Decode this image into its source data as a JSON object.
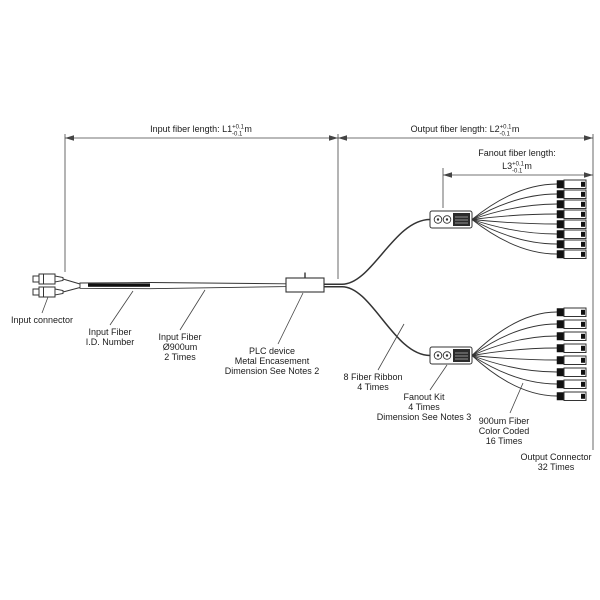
{
  "diagram_title": "Fiber optic PLC splitter cable assembly drawing",
  "colors": {
    "line": "#333333",
    "dark_fill": "#111111",
    "background": "#ffffff",
    "text": "#1c1c1c"
  },
  "dimensions": {
    "l1": {
      "label": "Input fiber length: L1",
      "tol_plus": "+0.1",
      "tol_minus": "-0.1",
      "unit": "m"
    },
    "l2": {
      "label": "Output fiber length: L2",
      "tol_plus": "+0.1",
      "tol_minus": "-0.1",
      "unit": "m"
    },
    "l3": {
      "title": "Fanout fiber length:",
      "label": "L3",
      "tol_plus": "+0.1",
      "tol_minus": "-0.1",
      "unit": "m"
    }
  },
  "labels": {
    "input_connector": [
      "Input connector"
    ],
    "input_fiber_id": [
      "Input Fiber",
      "I.D. Number"
    ],
    "input_fiber": [
      "Input Fiber",
      "Ø900um",
      "2 Times"
    ],
    "plc_device": [
      "PLC device",
      "Metal Encasement",
      "Dimension See Notes 2"
    ],
    "fiber_ribbon": [
      "8 Fiber Ribbon",
      "4 Times"
    ],
    "fanout_kit": [
      "Fanout Kit",
      "4 Times",
      "Dimension See Notes 3"
    ],
    "fiber_900": [
      "900um Fiber",
      "Color Coded",
      "16 Times"
    ],
    "output_connector": [
      "Output Connector",
      "32 Times"
    ]
  }
}
